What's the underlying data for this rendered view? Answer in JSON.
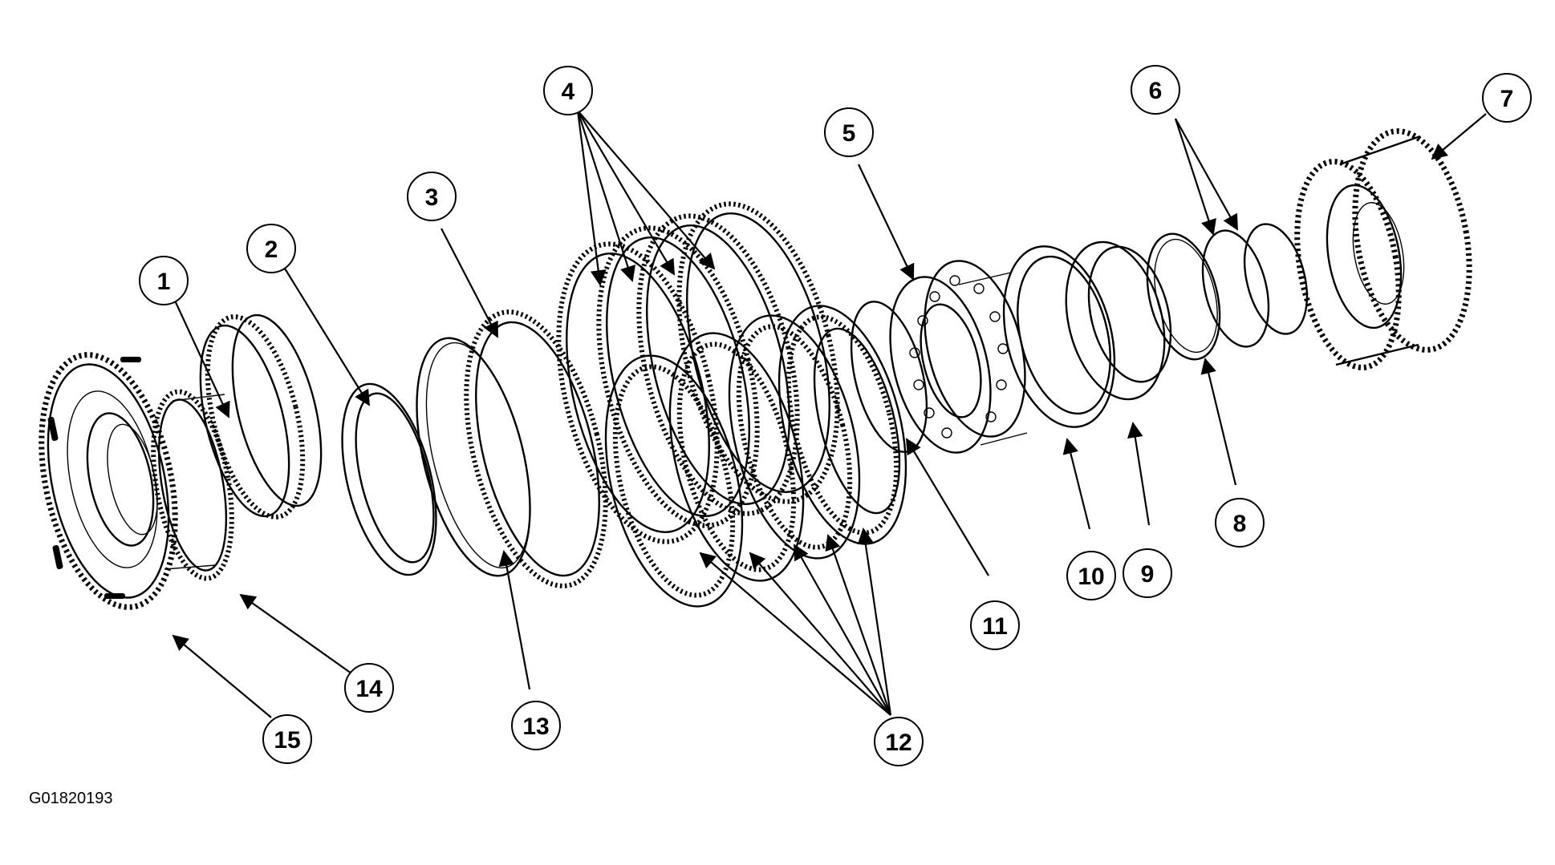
{
  "figure_id": "G01820193",
  "callouts": [
    {
      "label": "1"
    },
    {
      "label": "2"
    },
    {
      "label": "3"
    },
    {
      "label": "4"
    },
    {
      "label": "5"
    },
    {
      "label": "6"
    },
    {
      "label": "7"
    },
    {
      "label": "8"
    },
    {
      "label": "9"
    },
    {
      "label": "10"
    },
    {
      "label": "11"
    },
    {
      "label": "12"
    },
    {
      "label": "13"
    },
    {
      "label": "14"
    },
    {
      "label": "15"
    }
  ]
}
